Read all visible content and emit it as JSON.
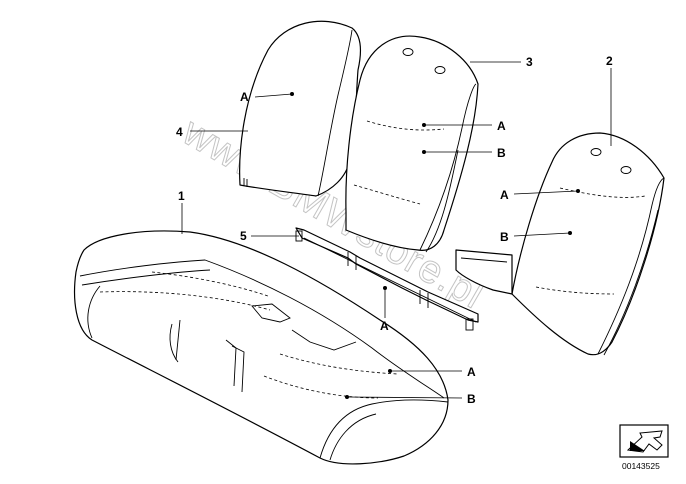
{
  "watermark": "www.BMWstore.pl",
  "image_code": "00143525",
  "callouts": {
    "n1": "1",
    "n2": "2",
    "n3": "3",
    "n4": "4",
    "n5": "5",
    "a_cover4": "A",
    "a_back3": "A",
    "b_back3": "B",
    "a_back2": "A",
    "b_back2": "B",
    "a_strip5": "A",
    "a_cushion": "A",
    "b_cushion": "B"
  }
}
